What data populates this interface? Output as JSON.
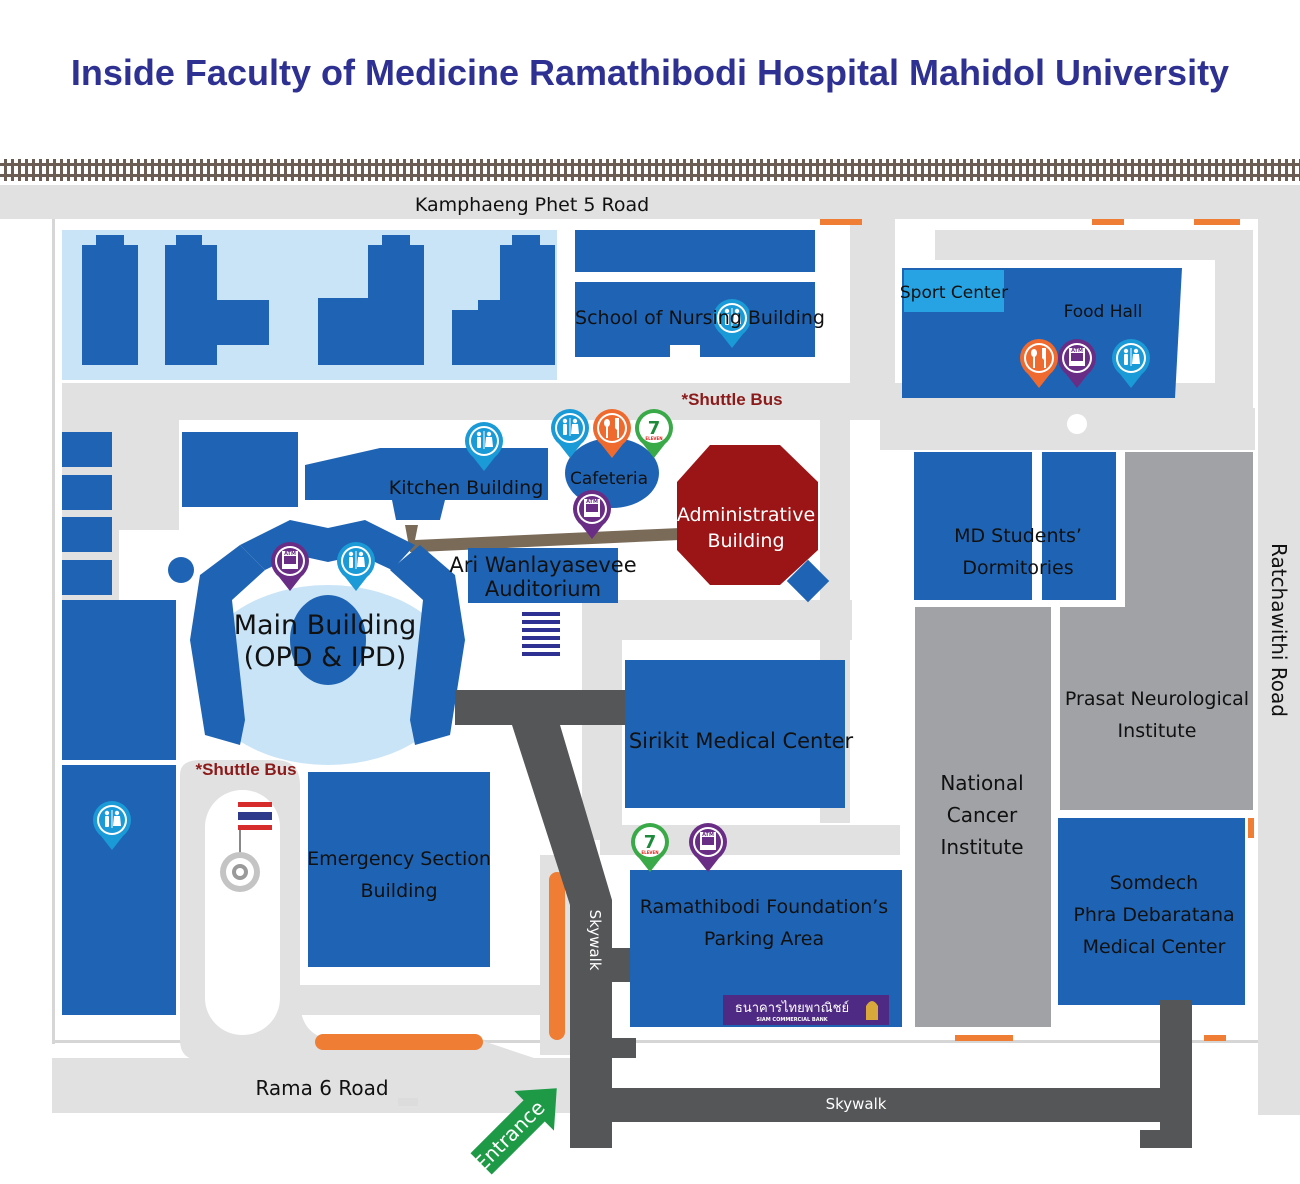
{
  "title": "Inside Faculty of Medicine Ramathibodi Hospital Mahidol University",
  "colors": {
    "building": "#1f64b4",
    "light_area": "#c9e4f7",
    "road": "#e1e1e1",
    "gray_building": "#a0a2a5",
    "skywalk": "#555658",
    "admin": "#9b1516",
    "orange": "#ef7d33",
    "title": "#2e3192",
    "entrance": "#1e9a47"
  },
  "roads": {
    "top": "Kamphaeng Phet 5 Road",
    "bottom": "Rama 6 Road",
    "right": "Ratchawithi Road"
  },
  "buildings": {
    "nursing": "School of Nursing Building",
    "sport": "Sport Center",
    "food_hall": "Food Hall",
    "kitchen": "Kitchen Building",
    "cafeteria": "Cafeteria",
    "admin_line1": "Administrative",
    "admin_line2": "Building",
    "auditorium_line1": "Ari Wanlayasevee",
    "auditorium_line2": "Auditorium",
    "main_line1": "Main Building",
    "main_line2": "(OPD & IPD)",
    "dorm_line1": "MD Students’",
    "dorm_line2": "Dormitories",
    "sirikit": "Sirikit Medical Center",
    "prasat_line1": "Prasat Neurological",
    "prasat_line2": "Institute",
    "nci_line1": "National",
    "nci_line2": "Cancer",
    "nci_line3": "Institute",
    "emergency_line1": "Emergency Section",
    "emergency_line2": "Building",
    "foundation_line1": "Ramathibodi Foundation’s",
    "foundation_line2": "Parking Area",
    "somdech_line1": "Somdech",
    "somdech_line2": "Phra Debaratana",
    "somdech_line3": "Medical Center"
  },
  "markers": {
    "shuttle_top": "*Shuttle Bus",
    "shuttle_left": "*Shuttle Bus",
    "skywalk_vertical": "Skywalk",
    "skywalk_horizontal": "Skywalk",
    "entrance": "Entrance",
    "seven_eleven": "7",
    "seven_eleven_sub": "ELEVEN",
    "atm": "ATM"
  },
  "bank": {
    "thai": "ธนาคารไทยพาณิชย์",
    "english": "SIAM COMMERCIAL BANK"
  },
  "icons": [
    "restroom-icon",
    "restaurant-icon",
    "atm-icon",
    "seven-eleven-icon",
    "flag-icon",
    "entrance-arrow-icon",
    "bank-logo-icon"
  ]
}
